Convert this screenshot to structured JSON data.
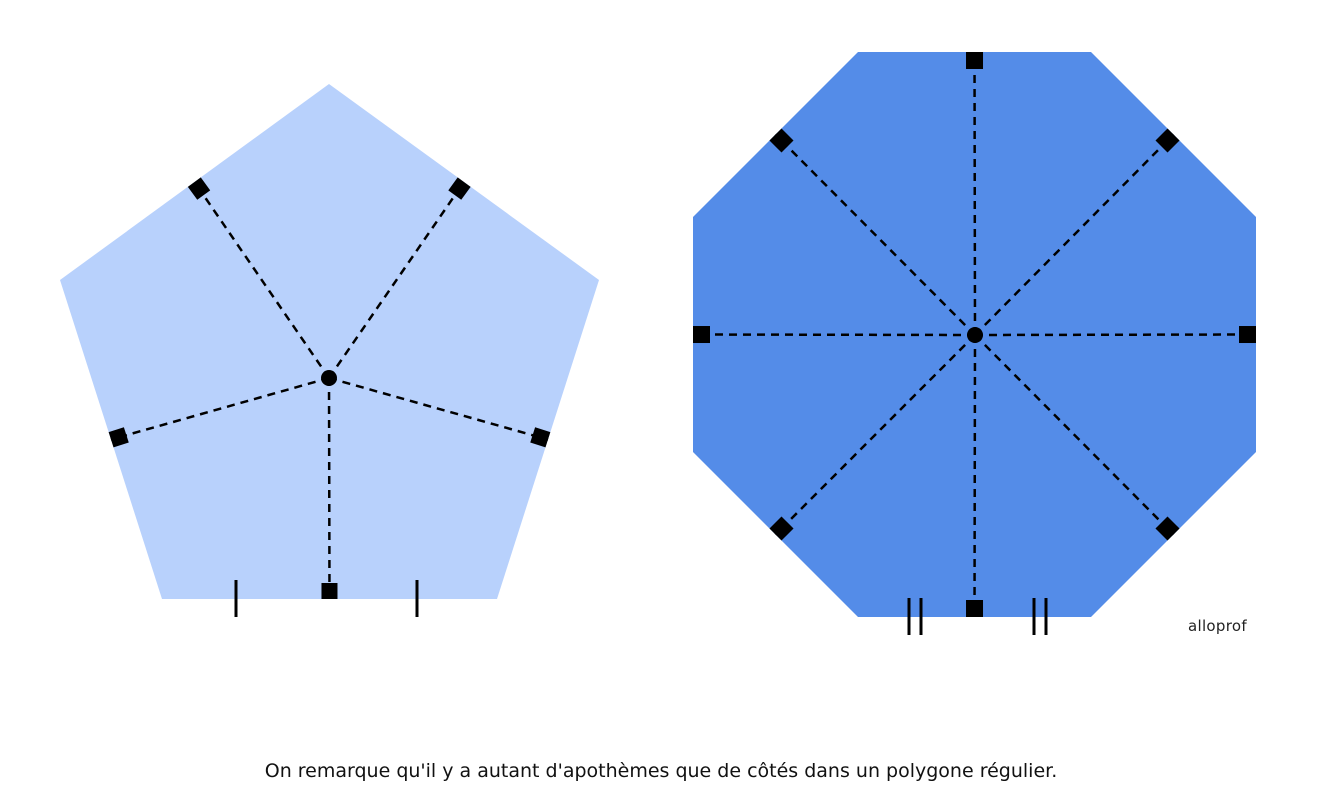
{
  "caption": "On remarque qu'il y a autant d'apothèmes que de côtés dans un polygone régulier.",
  "logo": "alloprof",
  "colors": {
    "pentagon_fill": "#b8d1fc",
    "octagon_fill": "#548ce8",
    "lines": "#000000"
  },
  "shapes": [
    {
      "name": "pentagon",
      "sides": 5,
      "apothems": 5,
      "congruence_marks": "single"
    },
    {
      "name": "octagon",
      "sides": 8,
      "apothems": 8,
      "congruence_marks": "double"
    }
  ]
}
